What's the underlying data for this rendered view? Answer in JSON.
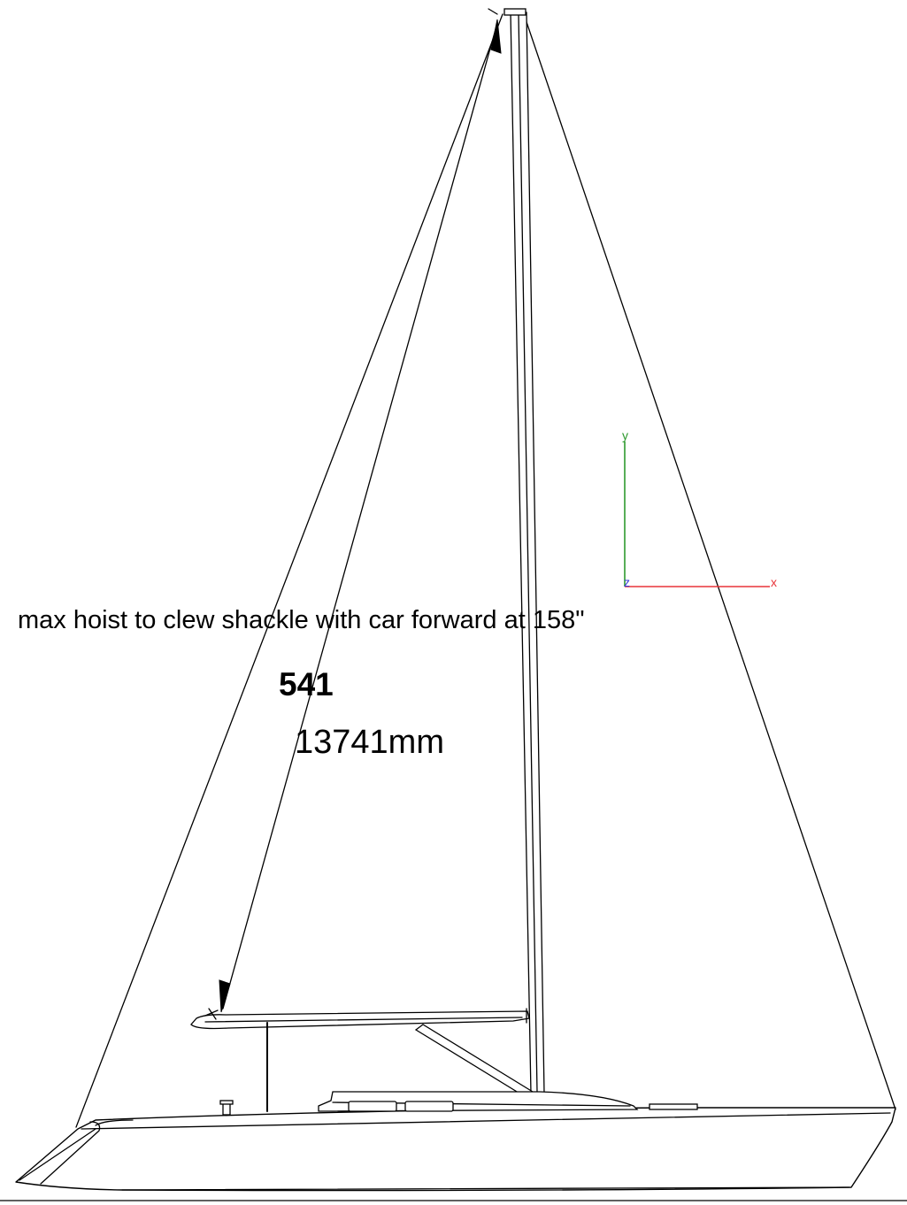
{
  "annotation": {
    "caption": "max hoist to clew  shackle with car forward at 158\"",
    "value_inches": "541",
    "value_mm": "13741mm"
  },
  "axes_gizmo": {
    "x_label": "x",
    "y_label": "y",
    "z_label": "z",
    "x_color": "#e8343a",
    "y_color": "#2e9a2e",
    "z_color": "#3a3ad8"
  }
}
